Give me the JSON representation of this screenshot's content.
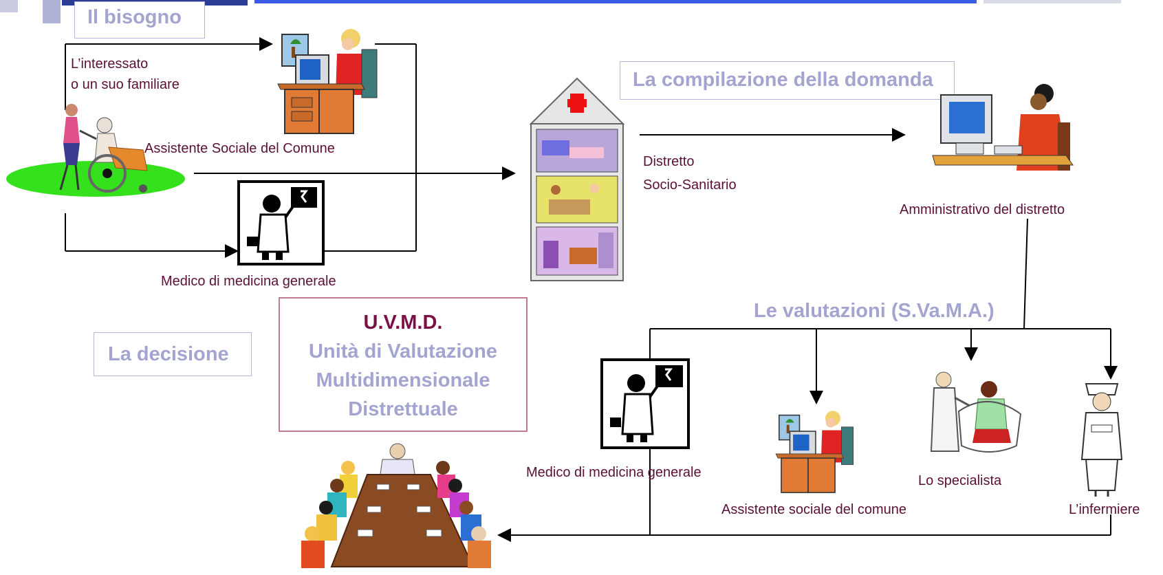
{
  "headings": {
    "need": "Il bisogno",
    "application": "La compilazione della domanda",
    "decision": "La decisione",
    "assessments": "Le valutazioni (S.Va.M.A.)"
  },
  "uvmd": {
    "code": "U.V.M.D.",
    "line1": "Unità di Valutazione",
    "line2": "Multidimensionale",
    "line3": "Distrettuale"
  },
  "labels": {
    "interested_line1": "L’interessato",
    "interested_line2": "o un suo familiare",
    "social_worker_municipality": "Assistente Sociale del Comune",
    "gp_top": "Medico di medicina generale",
    "district_line1": "Distretto",
    "district_line2": "Socio-Sanitario",
    "district_admin": "Amministrativo del distretto",
    "gp_bottom": "Medico di medicina generale",
    "social_worker_bottom": "Assistente sociale del comune",
    "specialist": "Lo specialista",
    "nurse": "L’infermiere"
  },
  "colors": {
    "heading_text": "#a3a4cf",
    "label_text": "#5b1037",
    "uvmd_code": "#7a1045",
    "top_bar": "#3c5be4",
    "lawn": "#35e01c"
  },
  "icons": [
    "social-worker-desk-icon",
    "patient-wheelchair-icon",
    "doctor-icon",
    "district-building-icon",
    "admin-computer-icon",
    "specialist-icon",
    "nurse-icon",
    "meeting-table-icon"
  ]
}
